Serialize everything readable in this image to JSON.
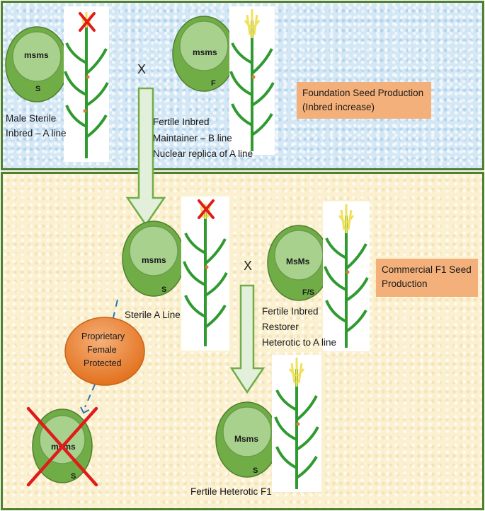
{
  "top_panel": {
    "node_a": {
      "genotype": "msms",
      "cytoplasm": "S",
      "caption_lines": [
        "Male Sterile",
        "Inbred – A line"
      ]
    },
    "node_b": {
      "genotype": "msms",
      "cytoplasm": "F",
      "caption_lines": [
        "Fertile Inbred",
        "Maintainer – B line",
        "Nuclear replica of A line"
      ]
    },
    "cross_symbol": "X",
    "stage_label_lines": [
      "Foundation Seed Production",
      "(Inbred increase)"
    ]
  },
  "bottom_panel": {
    "sterile_a": {
      "genotype": "msms",
      "cytoplasm": "S",
      "caption": "Sterile A Line"
    },
    "restorer": {
      "genotype": "MsMs",
      "cytoplasm": "F/S",
      "caption_lines": [
        "Fertile Inbred",
        "Restorer",
        "Heterotic to A line"
      ]
    },
    "cross_symbol": "X",
    "stage_label_lines": [
      "Commercial F1 Seed",
      "Production"
    ],
    "protected_lines": [
      "Proprietary",
      "Female",
      "Protected"
    ],
    "crossed_out": {
      "genotype": "msms",
      "cytoplasm": "S"
    },
    "f1": {
      "genotype": "Msms",
      "cytoplasm": "S",
      "caption": "Fertile Heterotic F1"
    }
  },
  "colors": {
    "circle_outer": "#70ad47",
    "circle_inner": "#a9d18e",
    "plant": "#2f9a2f",
    "tassel": "#f2e05a",
    "remove_x": "#e01b1b",
    "arrow_fill": "#e2efda",
    "arrow_stroke": "#70ad47",
    "dash": "#2e75b6",
    "orange": "#f4b07a",
    "protected": "#e2711d"
  }
}
